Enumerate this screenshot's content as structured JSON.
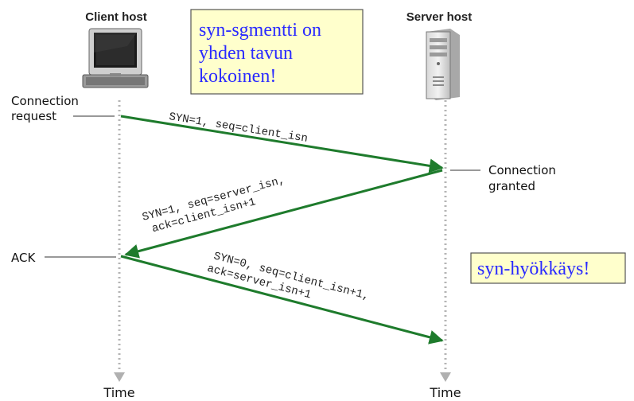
{
  "hosts": {
    "client": "Client host",
    "server": "Server host"
  },
  "labels": {
    "connection_request": [
      "Connection",
      "request"
    ],
    "connection_granted": [
      "Connection",
      "granted"
    ],
    "ack": "ACK",
    "time_left": "Time",
    "time_right": "Time"
  },
  "messages": {
    "m1": [
      "SYN=1, seq=client_isn"
    ],
    "m2": [
      "SYN=1, seq=server_isn,",
      "ack=client_isn+1"
    ],
    "m3": [
      "SYN=0, seq=client_isn+1,",
      "ack=server_isn+1"
    ]
  },
  "notes": {
    "top": [
      "syn-sgmentti on",
      "yhden tavun",
      "kokoinen!"
    ],
    "right": "syn-hyökkäys!"
  },
  "colors": {
    "arrow": "#1e7b2c",
    "timeline": "#b5b5b5",
    "note_text": "#2a2aff",
    "note_bg": "#ffffcc"
  },
  "icons": {
    "client": "desktop-computer-icon",
    "server": "server-tower-icon"
  }
}
